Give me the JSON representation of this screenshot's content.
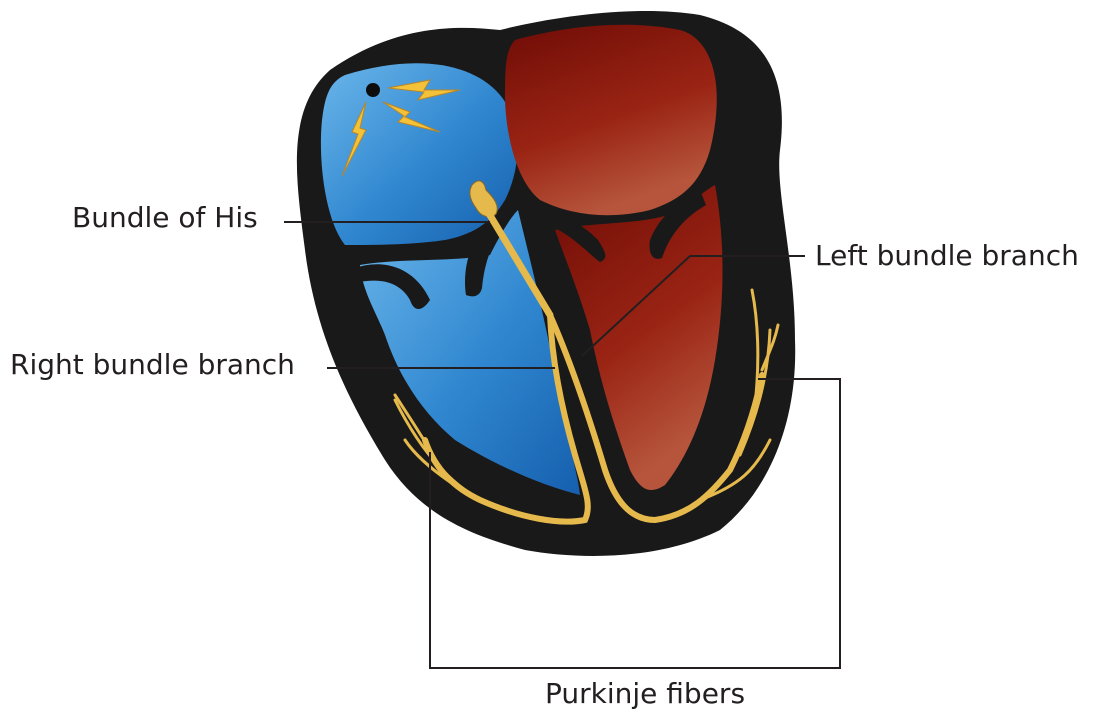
{
  "labels": {
    "bundle_of_his": "Bundle of His",
    "left_bundle_branch": "Left bundle branch",
    "right_bundle_branch": "Right bundle branch",
    "purkinje_fibers": "Purkinje fibers"
  },
  "colors": {
    "heart_wall": "#1a1919",
    "right_chambers": "#2f86cf",
    "left_chambers": "#8f1c10",
    "conduction": "#e6b94d",
    "label_text": "#231f20",
    "leader_line": "#231f20"
  }
}
